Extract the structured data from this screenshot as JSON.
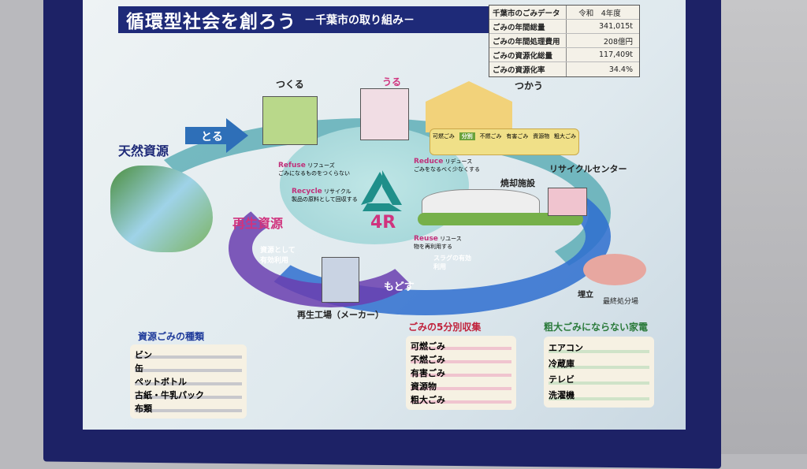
{
  "title": {
    "main": "循環型社会を創ろう",
    "sub": "－千葉市の取り組み－"
  },
  "data_table": {
    "header_key": "千葉市のごみデータ",
    "header_val": "令和　4年度",
    "rows": [
      {
        "k": "ごみの年間総量",
        "v": "341,015t"
      },
      {
        "k": "ごみの年間処理費用",
        "v": "208億円"
      },
      {
        "k": "ごみの資源化総量",
        "v": "117,409t"
      },
      {
        "k": "ごみの資源化率",
        "v": "34.4%"
      }
    ]
  },
  "cycle": {
    "natural": "天然資源",
    "take": "とる",
    "make": "つくる",
    "sell": "うる",
    "use": "つかう",
    "sort": "分別",
    "incinerator": "焼却施設",
    "recycle_center": "リサイクルセンター",
    "landfill": "埋立",
    "final_disposal": "最終処分場",
    "return": "もどす",
    "slag": "スラグの有効利用",
    "factory": "再生工場（メーカー）",
    "recycled": "再生資源",
    "reuse_as_resource": "資源として有効利用",
    "sort_items": [
      "可燃ごみ",
      "不燃ごみ",
      "有害ごみ",
      "資源物",
      "粗大ごみ"
    ]
  },
  "four_r": {
    "title": "4R",
    "items": [
      {
        "en": "Refuse",
        "ja": "リフューズ",
        "desc": "ごみになるものをつくらない"
      },
      {
        "en": "Reduce",
        "ja": "リデュース",
        "desc": "ごみをなるべく少なくする"
      },
      {
        "en": "Recycle",
        "ja": "リサイクル",
        "desc": "製品の原料として回収する"
      },
      {
        "en": "Reuse",
        "ja": "リユース",
        "desc": "物を再利用する"
      }
    ]
  },
  "resource_types": {
    "title": "資源ごみの種類",
    "items": [
      "ビン",
      "缶",
      "ペットボトル",
      "古紙・牛乳パック",
      "布類"
    ]
  },
  "five_sort": {
    "title": "ごみの5分別収集",
    "items": [
      "可燃ごみ",
      "不燃ごみ",
      "有害ごみ",
      "資源物",
      "粗大ごみ"
    ]
  },
  "appliances": {
    "title": "粗大ごみにならない家電",
    "items": [
      "エアコン",
      "冷蔵庫",
      "テレビ",
      "洗濯機"
    ]
  },
  "colors": {
    "navy": "#1e2a78",
    "teal": "#1f8f8a",
    "pink": "#d0337e",
    "purple": "#6a3fb0",
    "blue": "#2a7fd0"
  }
}
